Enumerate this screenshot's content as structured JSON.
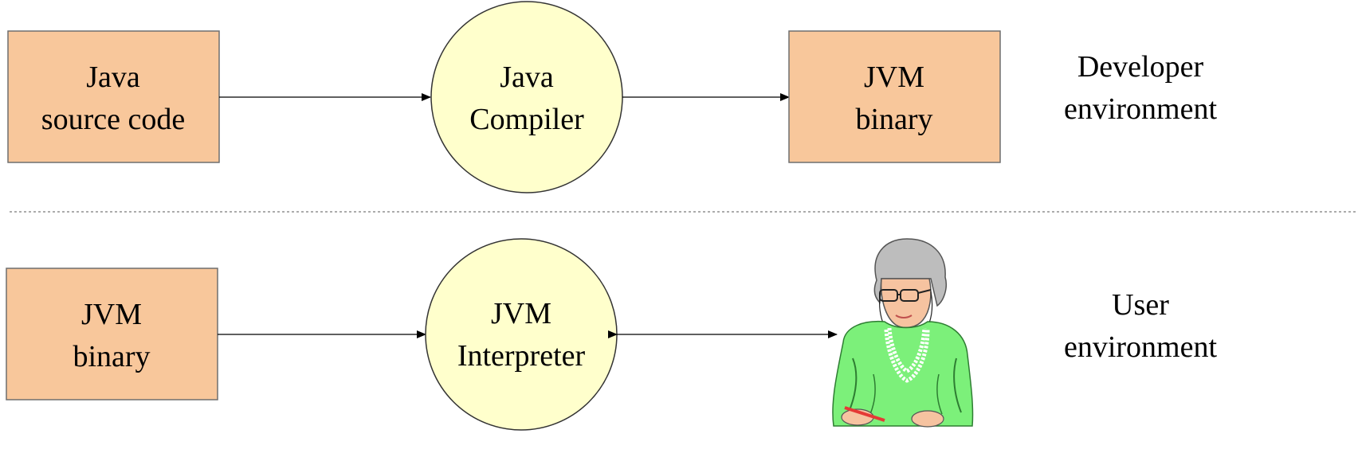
{
  "colors": {
    "box_fill": "#f8c79b",
    "box_stroke": "#6f6f6f",
    "circle_fill": "#ffffcc",
    "circle_stroke": "#333333",
    "arrow": "#000000",
    "divider": "#7a7a7a"
  },
  "developer": {
    "source": {
      "line1": "Java",
      "line2": "source code"
    },
    "compiler": {
      "line1": "Java",
      "line2": "Compiler"
    },
    "binary": {
      "line1": "JVM",
      "line2": "binary"
    },
    "env": {
      "line1": "Developer",
      "line2": "environment"
    }
  },
  "user": {
    "binary": {
      "line1": "JVM",
      "line2": "binary"
    },
    "interpreter": {
      "line1": "JVM",
      "line2": "Interpreter"
    },
    "env": {
      "line1": "User",
      "line2": "environment"
    }
  },
  "figure": {
    "icon": "elderly-woman-user-clipart"
  }
}
